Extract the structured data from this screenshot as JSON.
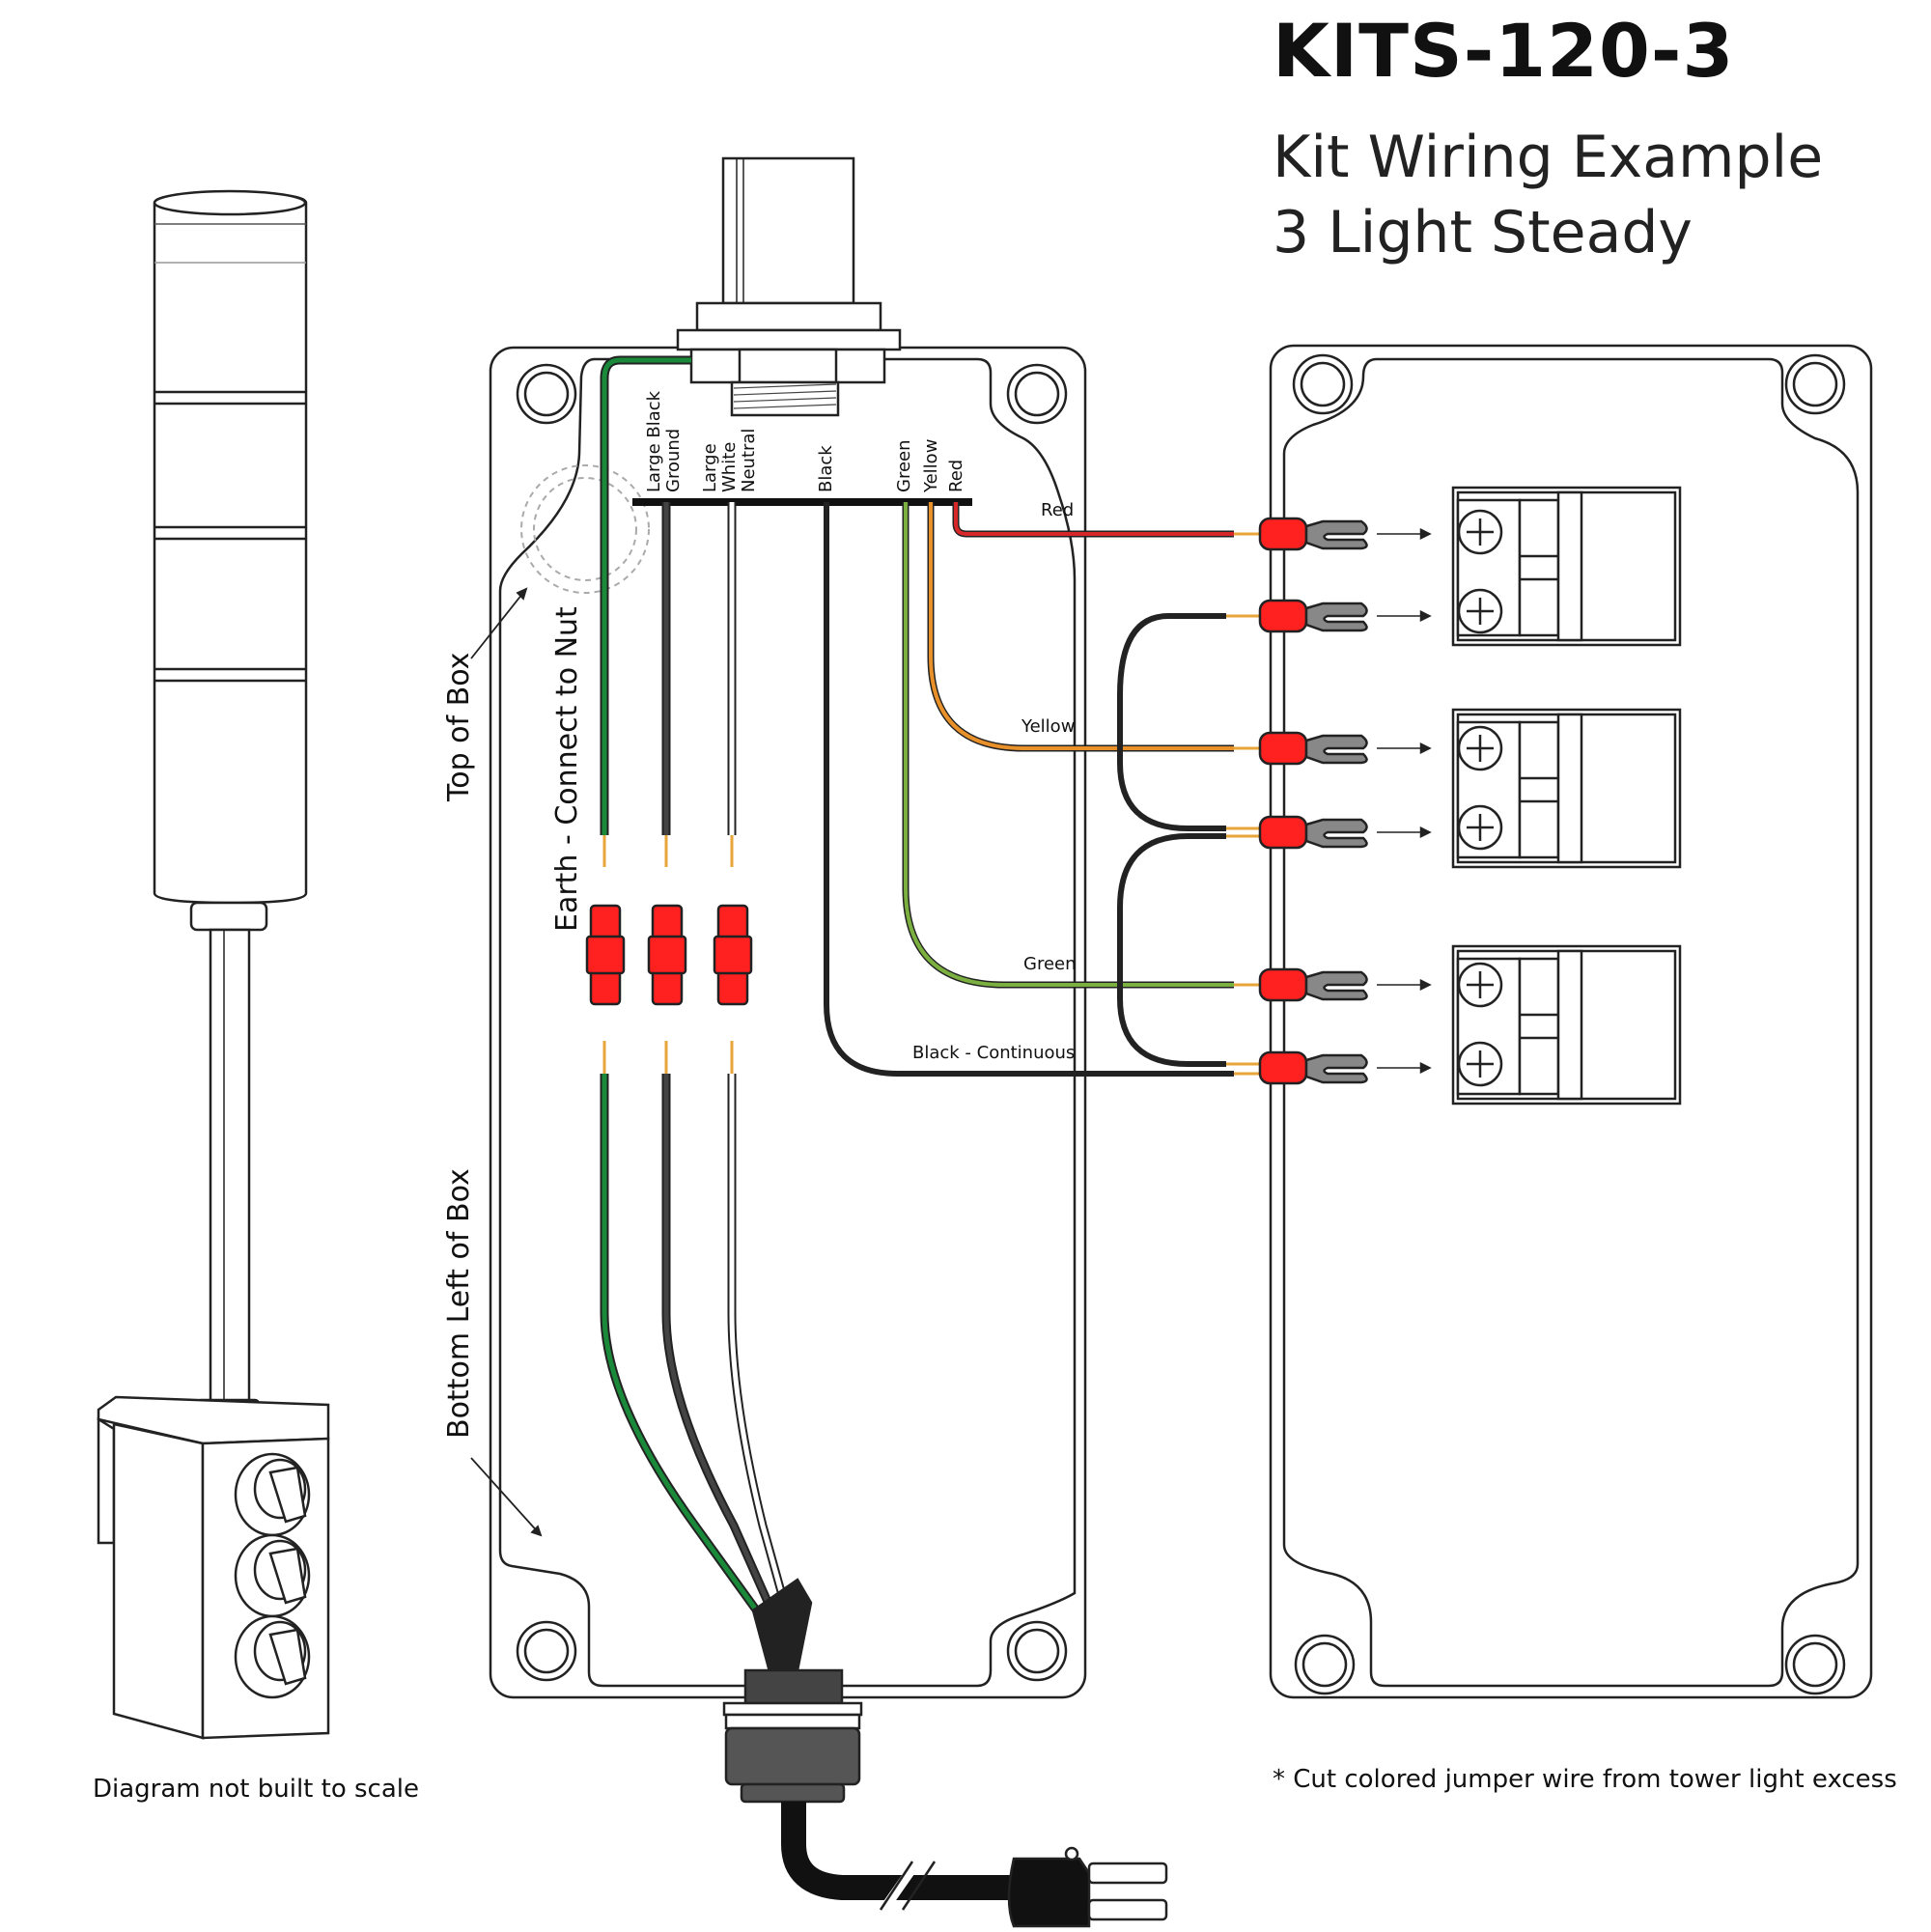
{
  "header": {
    "title": "KITS-120-3",
    "subtitle_line1": "Kit Wiring Example",
    "subtitle_line2": "3 Light Steady"
  },
  "notes": {
    "scale": "Diagram not built to scale",
    "jumper": "* Cut colored jumper wire from tower light excess"
  },
  "box_labels": {
    "top_of_box": "Top of Box",
    "bottom_left": "Bottom Left of Box",
    "earth": "Earth - Connect to Nut"
  },
  "tower_wires": {
    "ground": "Large Black\nGround",
    "neutral": "Large\nWhite\nNeutral",
    "black": "Black",
    "green": "Green",
    "yellow": "Yellow",
    "red": "Red"
  },
  "run_labels": {
    "red": "Red",
    "yellow": "Yellow",
    "green": "Green",
    "black": "Black - Continuous"
  },
  "colors": {
    "red_wire": "#d62828",
    "yellow_wire": "#e8902a",
    "green_wire": "#7bb040",
    "earth_green": "#1a8a3a",
    "black_wire": "#222222",
    "connector_red": "#ff2020",
    "lug_gray": "#888888"
  },
  "icons": [
    "tower-light-icon",
    "switch-box-icon",
    "plug-icon",
    "cord-grip-icon",
    "terminal-block-icon",
    "spade-connector-icon"
  ]
}
